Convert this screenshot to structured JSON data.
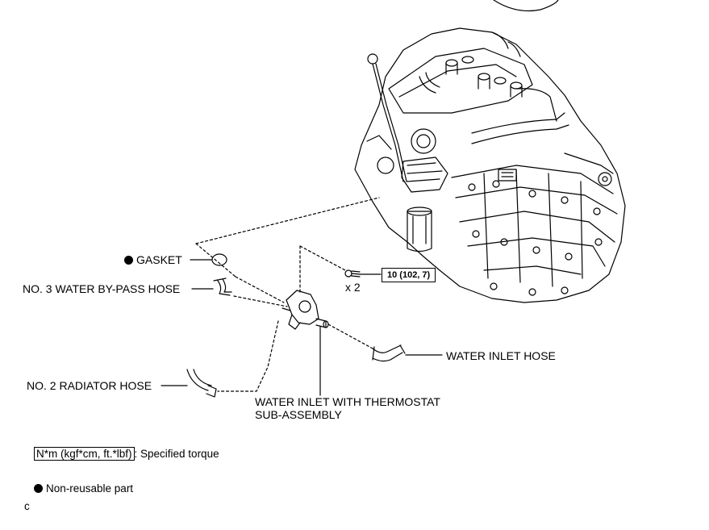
{
  "labels": {
    "gasket": "GASKET",
    "bypass_hose": "NO. 3 WATER BY-PASS HOSE",
    "radiator_hose": "NO. 2 RADIATOR HOSE",
    "inlet_hose": "WATER INLET HOSE",
    "thermostat_line1": "WATER INLET WITH THERMOSTAT",
    "thermostat_line2": "SUB-ASSEMBLY",
    "torque_value": "10 (102, 7)",
    "bolt_qty": "x 2"
  },
  "legend": {
    "torque_unit": "N*m (kgf*cm, ft.*lbf)",
    "torque_text": ": Specified torque",
    "nonreusable_text": "Non-reusable part"
  },
  "footer_code": "c"
}
